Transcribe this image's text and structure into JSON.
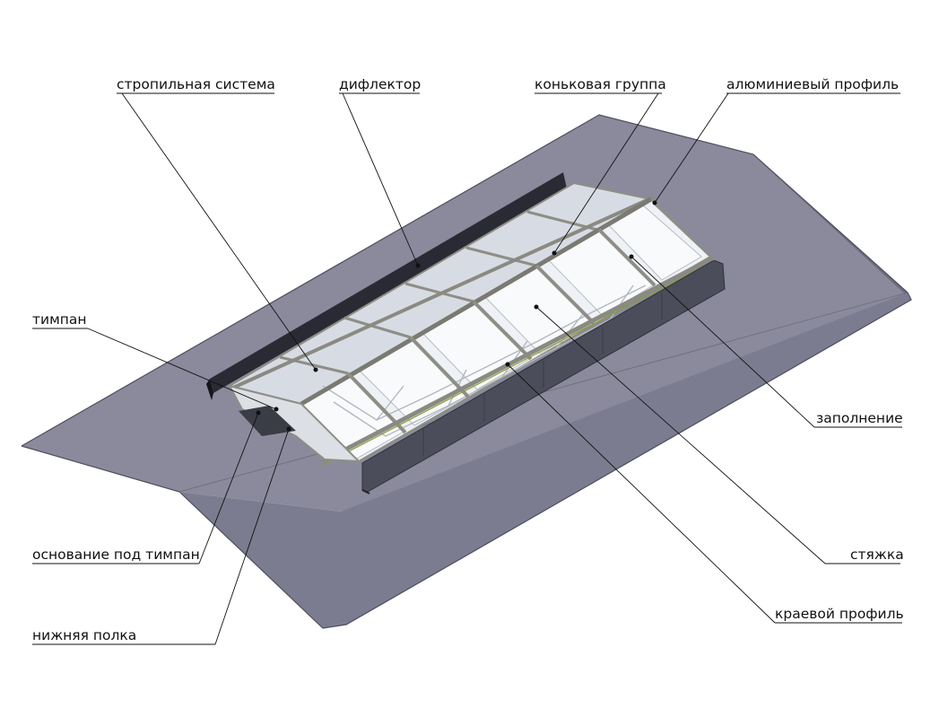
{
  "labels": {
    "rafter_system": "стропильная система",
    "deflector": "дифлектор",
    "ridge_group": "коньковая группа",
    "aluminum_profile": "алюминиевый профиль",
    "tympanum": "тимпан",
    "filling": "заполнение",
    "tympanum_base": "основание под тимпан",
    "tie": "стяжка",
    "lower_shelf": "нижняя полка",
    "edge_profile": "краевой профиль"
  },
  "colors": {
    "roof_top": "#8a8a9c",
    "roof_slope": "#7c7c90",
    "roof_edge": "#4e4e5e",
    "deflector": "#2a2a34",
    "glass": "#e4e8ee",
    "glass_bright": "#f7f9fb",
    "frame": "#8e8e86",
    "side_panel": "#4b4e5a"
  }
}
